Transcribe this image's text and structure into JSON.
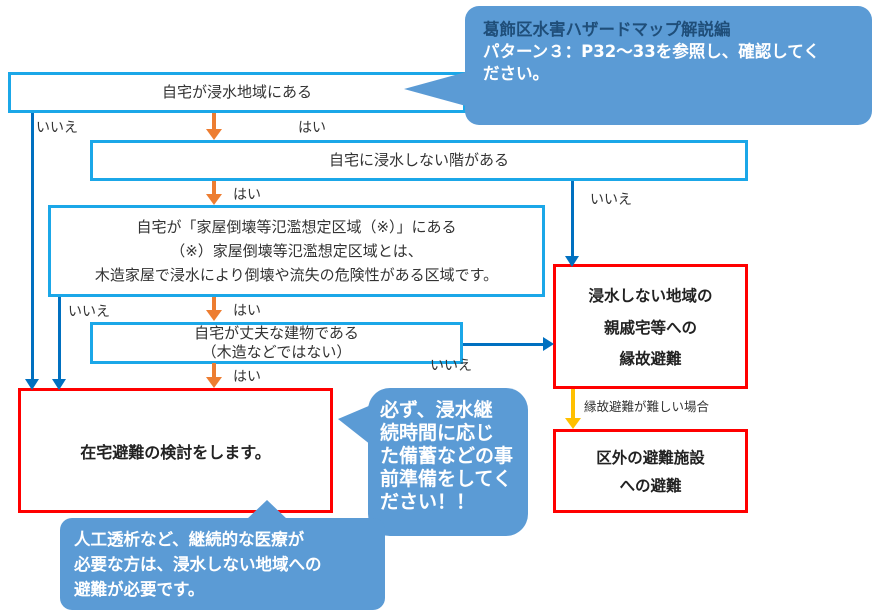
{
  "colors": {
    "box_border_cyan": "#1BA7E8",
    "result_border_red": "#FF0000",
    "arrow_blue": "#0070C0",
    "arrow_orange": "#ED7D31",
    "arrow_yellow": "#FFC000",
    "callout_blue": "#5B9BD5",
    "callout_title_navy": "#1F4E79"
  },
  "callout_top": {
    "title": "葛飾区水害ハザードマップ解説編",
    "body_lines": [
      "パターン３：P32～33を参照し、確認してく",
      "ださい。"
    ]
  },
  "callout_mid": {
    "body_lines": [
      "必ず、浸水継",
      "続時間に応じ",
      "た備蓄などの事",
      "前準備をしてく",
      "ださい！！"
    ]
  },
  "callout_bottom": {
    "body_lines": [
      "人工透析など、継続的な医療が",
      "必要な方は、浸水しない地域への",
      "避難が必要です。"
    ]
  },
  "boxes": {
    "home_in_flood_area": {
      "text": "自宅が浸水地域にある"
    },
    "has_non_flooded_floor": {
      "text": "自宅に浸水しない階がある"
    },
    "collapse_zone": {
      "lines": [
        "自宅が「家屋倒壊等氾濫想定区域（※）」にある",
        "（※）家屋倒壊等氾濫想定区域とは、",
        "木造家屋で浸水により倒壊や流失の危険性がある区域です。"
      ]
    },
    "sturdy_building": {
      "lines": [
        "自宅が丈夫な建物である",
        "（木造などではない）"
      ]
    },
    "stay_home": {
      "text": "在宅避難の検討をします。"
    },
    "relatives_evacuation": {
      "lines": [
        "浸水しない地域の",
        "親戚宅等への",
        "縁故避難"
      ]
    },
    "outside_ward_evacuation": {
      "lines": [
        "区外の避難施設",
        "への避難"
      ]
    }
  },
  "labels": {
    "yes": "はい",
    "no": "いいえ",
    "relative_difficult": "縁故避難が難しい場合"
  }
}
